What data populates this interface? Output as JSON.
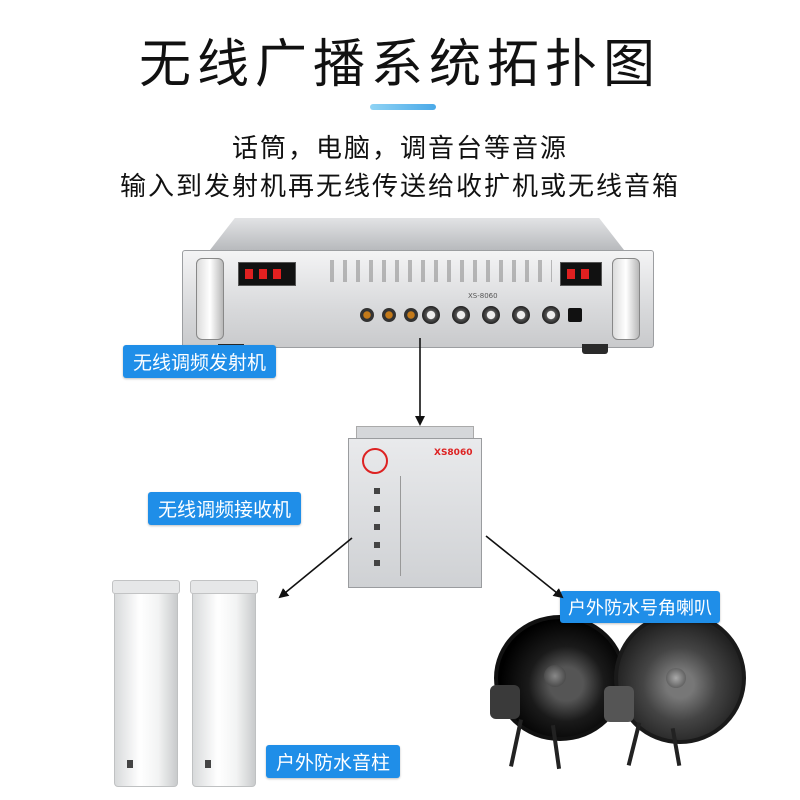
{
  "title": "无线广播系统拓扑图",
  "subtitle_line1": "话筒，电脑，调音台等音源",
  "subtitle_line2": "输入到发射机再无线传送给收扩机或无线音箱",
  "labels": {
    "transmitter": "无线调频发射机",
    "receiver": "无线调频接收机",
    "horn_speaker": "户外防水号角喇叭",
    "column_speaker": "户外防水音柱"
  },
  "devices": {
    "amplifier_model": "XS-8060",
    "receiver_model": "XS8060"
  },
  "colors": {
    "label_bg": "#1f8ee8",
    "accent_line": "#4aa9e8"
  }
}
